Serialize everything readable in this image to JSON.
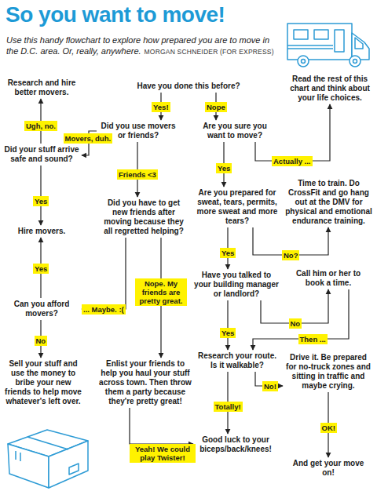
{
  "diagram": {
    "title": "So you want to move!",
    "nodes": [
      {
        "text": [
          "Have you done this before?"
        ]
      },
      {
        "text": [
          "Research and hire better movers."
        ]
      },
      {
        "text": [
          "Read the rest of this chart and think about your life choices."
        ]
      },
      {
        "text": [
          "Did you use movers or friends?"
        ]
      },
      {
        "text": [
          "Are you sure you want to move?"
        ]
      },
      {
        "text": [
          "Did your stuff arrive safe and sound?"
        ]
      },
      {
        "text": [
          "Hire movers."
        ]
      },
      {
        "text": [
          "Did you have to get new friends after moving because they all regretted helping?"
        ]
      },
      {
        "text": [
          "Are you prepared for sweat, tears, permits, more sweat and more tears?"
        ]
      },
      {
        "text": [
          "Time to train. Do CrossFit and go hang out at the DMV for physical and emotional endurance training."
        ]
      },
      {
        "text": [
          "Can you afford movers?"
        ]
      },
      {
        "text": [
          "Have you talked to your building manager or landlord?"
        ]
      },
      {
        "text": [
          "Call him or her to book a time."
        ]
      },
      {
        "text": [
          "Sell your stuff and use the money to bribe your new friends to help move whatever's left over."
        ]
      },
      {
        "text": [
          "Enlist your friends to help you haul your stuff across town. Then throw them a party because they're pretty great!"
        ]
      },
      {
        "text": [
          "Research your route. Is it walkable?"
        ]
      },
      {
        "text": [
          "Drive it. Be prepared for no-truck zones and sitting in traffic and maybe crying."
        ]
      },
      {
        "text": [
          "Good luck to your biceps/back/knees!"
        ]
      },
      {
        "text": [
          "And get your move on!"
        ]
      }
    ],
    "edges": [
      {
        "from": 0,
        "to": 3,
        "label": "Yes!",
        "arrow": "to"
      },
      {
        "from": 0,
        "to": 4,
        "label": "Nope",
        "arrow": "to"
      },
      {
        "from": 3,
        "to": 5,
        "label": "Movers, duh.",
        "arrow": "to"
      },
      {
        "from": 3,
        "to": 7,
        "label": "Friends <3",
        "arrow": "to"
      },
      {
        "from": 5,
        "to": 1,
        "label": "Ugh, no.",
        "arrow": "to"
      },
      {
        "from": 5,
        "to": 6,
        "label": "Yes",
        "arrow": "to"
      },
      {
        "from": 4,
        "to": 8,
        "label": "Yes",
        "arrow": "to"
      },
      {
        "from": 4,
        "to": 2,
        "label": "Actually ...",
        "arrow": "to"
      },
      {
        "from": 7,
        "to": 10,
        "label": "... Maybe. :(",
        "arrow": "to"
      },
      {
        "from": 7,
        "to": 14,
        "label": "Nope. My friends are pretty great.",
        "arrow": "to"
      },
      {
        "from": 10,
        "to": 6,
        "label": "Yes",
        "arrow": "to"
      },
      {
        "from": 10,
        "to": 13,
        "label": "No",
        "arrow": "to"
      },
      {
        "from": 8,
        "to": 11,
        "label": "Yes",
        "arrow": "to"
      },
      {
        "from": 8,
        "to": 9,
        "label": "No?",
        "arrow": "to"
      },
      {
        "from": 11,
        "to": 12,
        "label": "No",
        "arrow": "to"
      },
      {
        "from": 11,
        "to": 15,
        "label": "Yes",
        "arrow": "to"
      },
      {
        "from": 12,
        "to": 15,
        "label": "Then ...",
        "arrow": "to"
      },
      {
        "from": 15,
        "to": 17,
        "label": "Totally!",
        "arrow": "to"
      },
      {
        "from": 15,
        "to": 16,
        "label": "No!",
        "arrow": "to"
      },
      {
        "from": 16,
        "to": 18,
        "label": "OK!",
        "arrow": "to"
      },
      {
        "from": 14,
        "to": 17,
        "label": "Yeah! We could play Twister!",
        "arrow": "to"
      }
    ],
    "labels": [
      "Use this handy flowchart to explore how prepared you are to move in the D.C. area. Or, really, anywhere.",
      "MORGAN SCHNEIDER (FOR EXPRESS)"
    ]
  }
}
